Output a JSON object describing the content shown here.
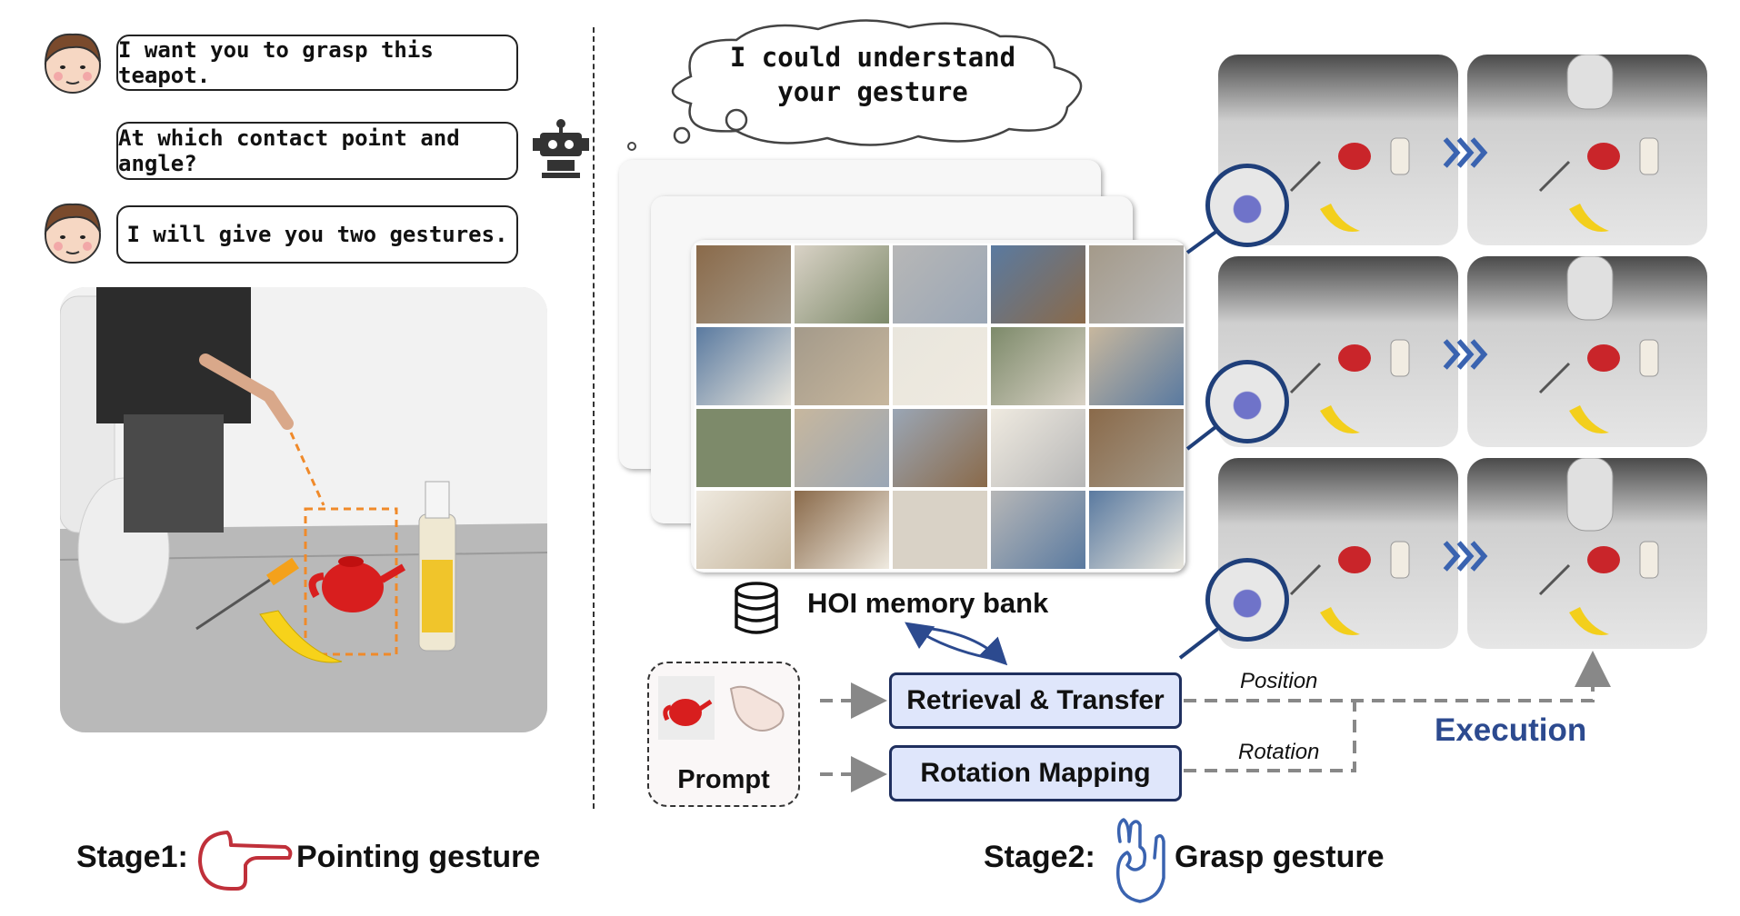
{
  "stage1": {
    "dialog": {
      "line1": "I want you to grasp this teapot.",
      "line2": "At which contact point and angle?",
      "line3": "I will give you two gestures."
    },
    "title_prefix": "Stage1:",
    "title_label": "Pointing gesture"
  },
  "stage2": {
    "thought": "I could understand your gesture",
    "memory_bank_label": "HOI memory bank",
    "prompt_label": "Prompt",
    "retrieval_label": "Retrieval & Transfer",
    "rotation_label": "Rotation Mapping",
    "position_edge": "Position",
    "rotation_edge": "Rotation",
    "execution_label": "Execution",
    "title_prefix": "Stage2:",
    "title_label": "Grasp gesture"
  },
  "colors": {
    "accent_blue": "#2c4a8f",
    "box_fill": "#dfe6fb",
    "pointer_red": "#c0303a",
    "dash_orange": "#f08a2a"
  },
  "icons": [
    "human-face-icon",
    "robot-icon",
    "database-icon",
    "pointing-hand-icon",
    "ok-hand-icon",
    "chevrons-right-icon"
  ]
}
